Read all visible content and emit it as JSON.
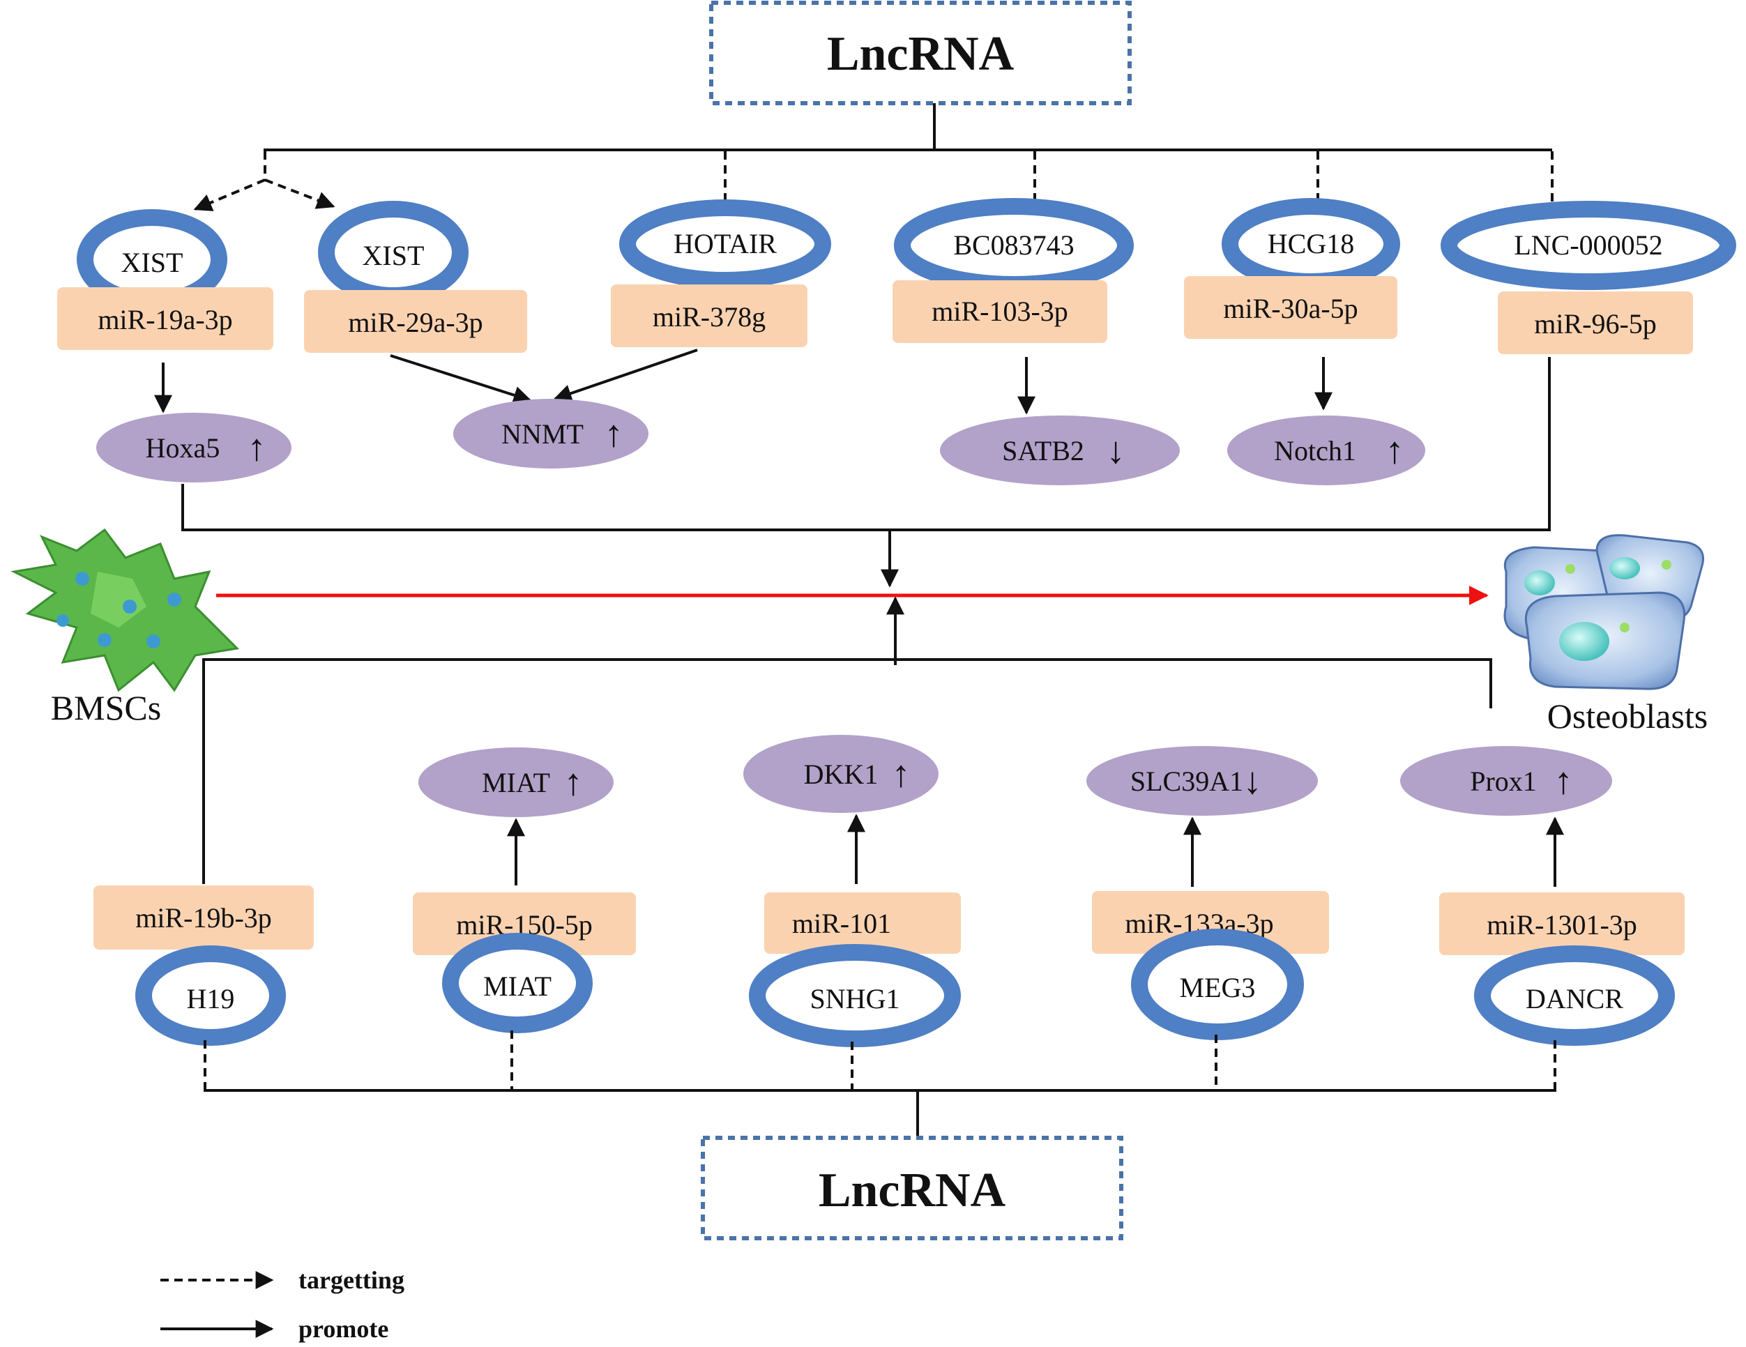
{
  "top": {
    "title": "LncRNA",
    "lncrnas": [
      "XIST",
      "XIST",
      "HOTAIR",
      "BC083743",
      "HCG18",
      "LNC-000052"
    ],
    "mirnas": [
      "miR-19a-3p",
      "miR-29a-3p",
      "miR-378g",
      "miR-103-3p",
      "miR-30a-5p",
      "miR-96-5p"
    ],
    "targets": [
      "Hoxa5",
      "NNMT",
      "SATB2",
      "Notch1"
    ],
    "target_arrows": [
      "↑",
      "↑",
      "↓",
      "↑"
    ]
  },
  "bottom": {
    "title": "LncRNA",
    "lncrnas": [
      "H19",
      "MIAT",
      "SNHG1",
      "MEG3",
      "DANCR"
    ],
    "mirnas": [
      "miR-19b-3p",
      "miR-150-5p",
      "miR-101",
      "miR-133a-3p",
      "miR-1301-3p"
    ],
    "targets": [
      "MIAT",
      "DKK1",
      "SLC39A1",
      "Prox1"
    ],
    "target_arrows": [
      "↑",
      "↑",
      "↓",
      "↑"
    ]
  },
  "cells": {
    "left_label": "BMSCs",
    "right_label": "Osteoblasts"
  },
  "legend": {
    "dashed_label": "targetting",
    "solid_label": "promote"
  },
  "colors": {
    "lncrna_ring": "#4f7fc4",
    "mirna_box": "#fbd2b0",
    "target_ellipse": "#b2a1c9",
    "differentiation_arrow": "#ee1111",
    "title_box_border": "#4a73a8"
  }
}
